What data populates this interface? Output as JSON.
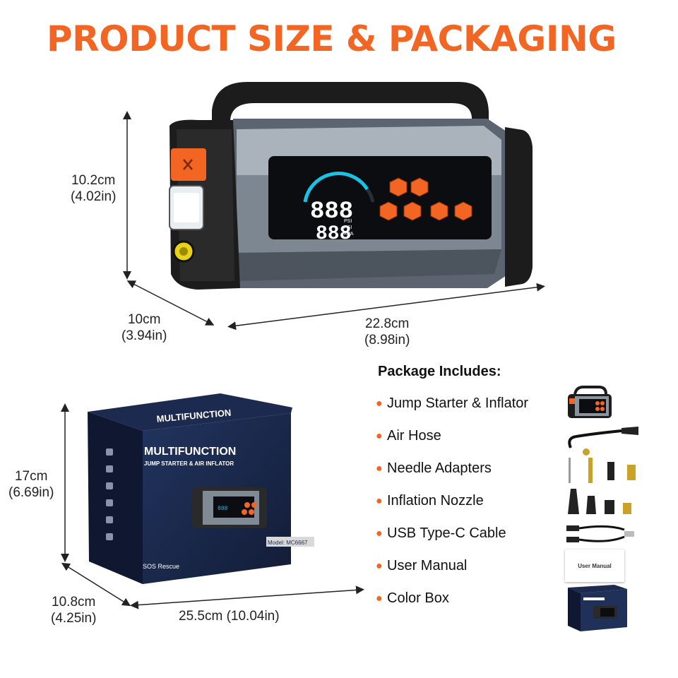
{
  "page": {
    "title": "PRODUCT SIZE & PACKAGING"
  },
  "device": {
    "display_top": "888",
    "display_bottom": "888",
    "units": [
      "PSI",
      "PSI",
      "KPA"
    ]
  },
  "dimensions": {
    "device_height": {
      "cm": "10.2cm",
      "in": "(4.02in)"
    },
    "device_depth": {
      "cm": "10cm",
      "in": "(3.94in)"
    },
    "device_length": {
      "cm": "22.8cm",
      "in": "(8.98in)"
    },
    "box_height": {
      "cm": "17cm",
      "in": "(6.69in)"
    },
    "box_depth": {
      "cm": "10.8cm",
      "in": "(4.25in)"
    },
    "box_length": {
      "text": "25.5cm (10.04in)"
    }
  },
  "box_art": {
    "headline": "MULTIFUNCTION",
    "headline_mirrored": "MULTIFUNCTION",
    "subhead": "JUMP STARTER & AIR INFLATOR",
    "model": "Model: MC6667",
    "brand": "SOS Rescue"
  },
  "package": {
    "heading": "Package Includes:",
    "items": [
      {
        "label": "Jump Starter & Inflator",
        "icon": "jump-starter-thumbnail"
      },
      {
        "label": "Air Hose",
        "icon": "air-hose-thumbnail"
      },
      {
        "label": "Needle Adapters",
        "icon": "needle-adapters-thumbnail"
      },
      {
        "label": "Inflation Nozzle",
        "icon": "inflation-nozzle-thumbnail"
      },
      {
        "label": "USB Type-C Cable",
        "icon": "usb-cable-thumbnail"
      },
      {
        "label": "User Manual",
        "icon": "user-manual-thumbnail"
      },
      {
        "label": "Color Box",
        "icon": "color-box-thumbnail"
      }
    ],
    "manual_label": "User Manual"
  },
  "colors": {
    "accent": "#f26522",
    "box_navy": "#1b2a4e",
    "device_grey": "#8a939e",
    "device_black": "#1c1c1c"
  }
}
